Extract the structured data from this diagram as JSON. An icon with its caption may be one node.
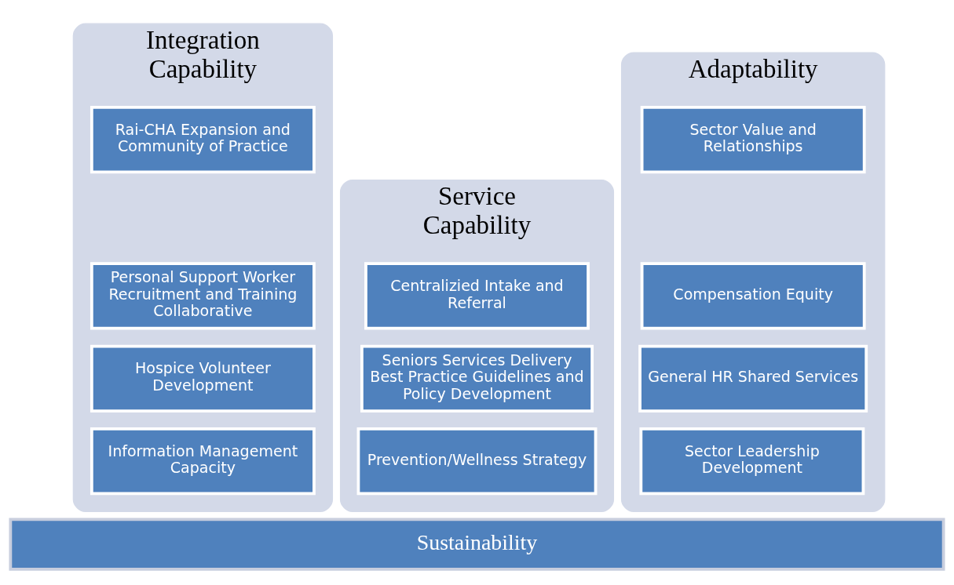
{
  "diagram": {
    "nodes": [
      {
        "text": [
          "Integration Capability"
        ]
      },
      {
        "text": [
          "Rai-CHA Expansion and Community of Practice"
        ],
        "in": 0
      },
      {
        "text": [
          "Personal Support Worker Recruitment and Training Collaborative"
        ],
        "in": 0
      },
      {
        "text": [
          "Hospice Volunteer Development"
        ],
        "in": 0
      },
      {
        "text": [
          "Information Management Capacity"
        ],
        "in": 0
      },
      {
        "text": [
          "Service Capability"
        ]
      },
      {
        "text": [
          "Centralizied Intake and Referral"
        ],
        "in": 5
      },
      {
        "text": [
          "Seniors Services Delivery Best Practice Guidelines and Policy Development"
        ],
        "in": 5
      },
      {
        "text": [
          "Prevention/Wellness Strategy"
        ],
        "in": 5
      },
      {
        "text": [
          "Adaptability"
        ]
      },
      {
        "text": [
          "Sector Value and Relationships"
        ],
        "in": 9
      },
      {
        "text": [
          "Compensation Equity"
        ],
        "in": 9
      },
      {
        "text": [
          "General HR Shared Services"
        ],
        "in": 9
      },
      {
        "text": [
          "Sector Leadership Development"
        ],
        "in": 9
      },
      {
        "text": [
          "Sustainability"
        ]
      }
    ],
    "edges": []
  }
}
